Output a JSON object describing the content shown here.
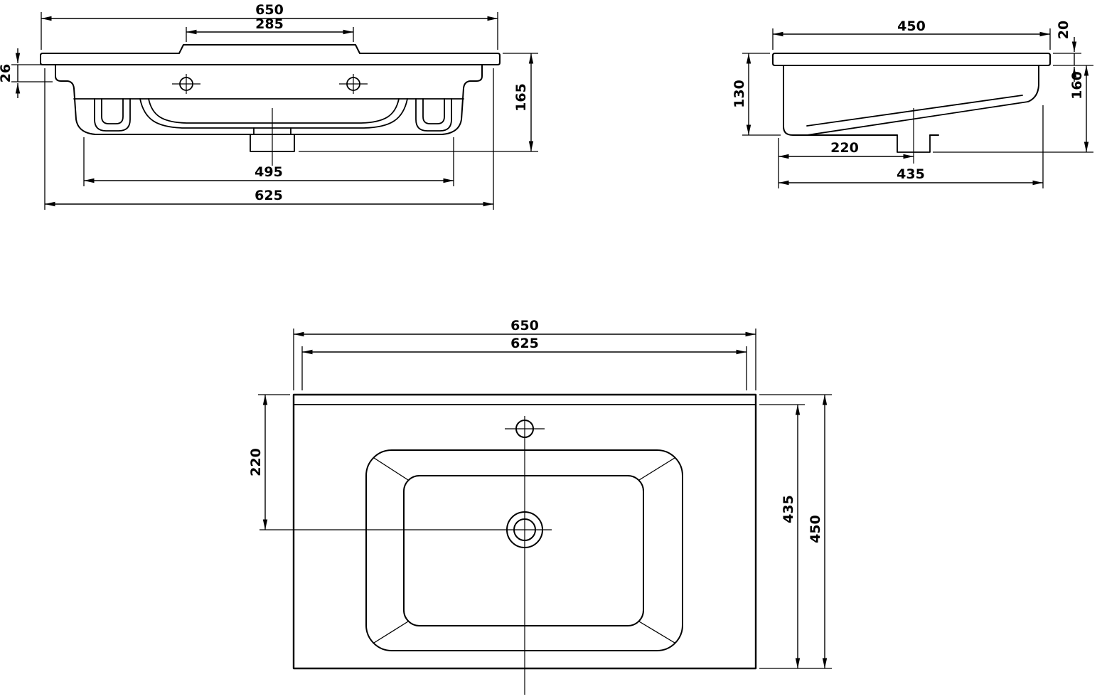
{
  "drawing": {
    "type": "washbasin-technical-drawing",
    "colors": {
      "line": "#000000",
      "background": "#ffffff"
    },
    "views": {
      "front": {
        "dims": {
          "overall_width": "650",
          "tap_hole_spacing": "285",
          "rim_drop": "26",
          "overall_height": "165",
          "underside_width": "495",
          "body_width": "625"
        }
      },
      "side": {
        "dims": {
          "overall_depth": "450",
          "top_thickness": "20",
          "front_height": "130",
          "back_height": "160",
          "drain_centre": "220",
          "underside_depth": "435"
        }
      },
      "plan": {
        "dims": {
          "overall_width": "650",
          "body_width": "625",
          "drain_centre": "220",
          "underside_depth": "435",
          "overall_depth": "450"
        }
      }
    }
  }
}
